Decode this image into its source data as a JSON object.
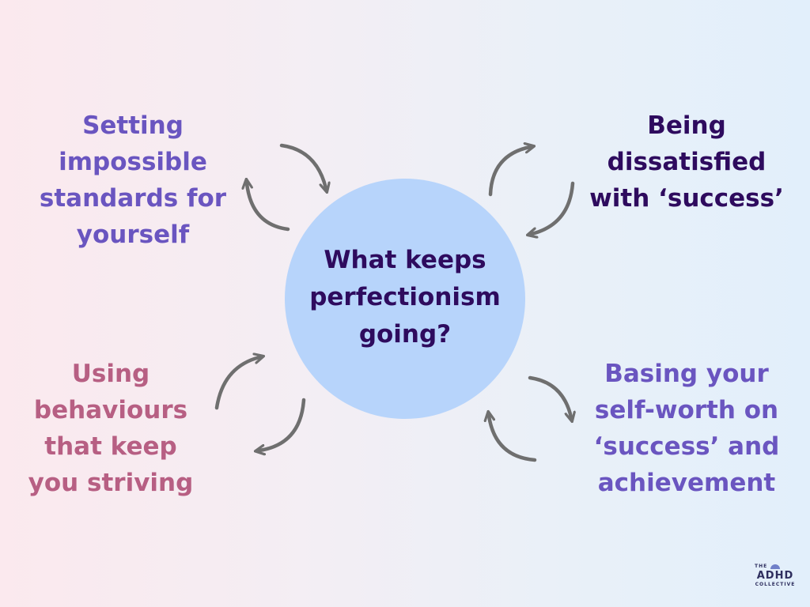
{
  "center": {
    "lines": [
      "What keeps",
      "perfectionism",
      "going?"
    ]
  },
  "factors": [
    {
      "lines": [
        "Setting",
        "impossible",
        "standards for",
        "yourself"
      ],
      "color": "#6a55c0"
    },
    {
      "lines": [
        "Being",
        "dissatisfied",
        "with ‘success’"
      ],
      "color": "#2e0b5e"
    },
    {
      "lines": [
        "Using",
        "behaviours",
        "that keep",
        "you striving"
      ],
      "color": "#b75f83"
    },
    {
      "lines": [
        "Basing your",
        "self-worth on",
        "‘success’ and",
        "achievement"
      ],
      "color": "#6a55c0"
    }
  ],
  "colors": {
    "circle": "#b7d4fb",
    "arrows": "#6f6f6f"
  },
  "logo": {
    "top": "THE",
    "main": "ADHD",
    "bottom": "COLLECTIVE"
  }
}
